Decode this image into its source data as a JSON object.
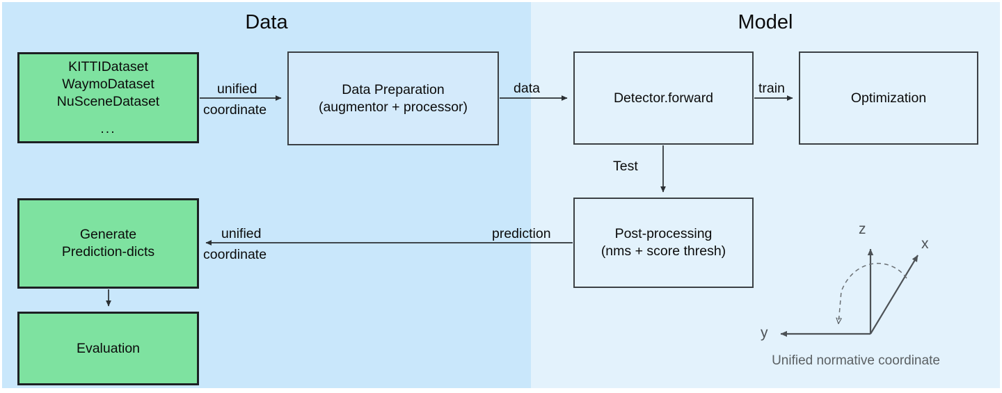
{
  "panels": {
    "data": {
      "title": "Data",
      "bg": "#c9e7fb"
    },
    "model": {
      "title": "Model",
      "bg": "#e3f2fc"
    }
  },
  "nodes": {
    "datasets": {
      "lines": [
        "KITTIDataset",
        "WaymoDataset",
        "NuSceneDataset"
      ],
      "ellipsis": "...",
      "fill": "#7ee2a0"
    },
    "data_preparation": {
      "line1": "Data Preparation",
      "line2": "(augmentor + processor)",
      "fill": "#d4eafb"
    },
    "detector_forward": {
      "line1": "Detector.forward",
      "fill": "#e3f2fc"
    },
    "optimization": {
      "line1": "Optimization",
      "fill": "#e3f2fc"
    },
    "post_processing": {
      "line1": "Post-processing",
      "line2": "(nms + score thresh)",
      "fill": "#e3f2fc"
    },
    "generate_prediction_dicts": {
      "line1": "Generate",
      "line2": "Prediction-dicts",
      "fill": "#7ee2a0"
    },
    "evaluation": {
      "line1": "Evaluation",
      "fill": "#7ee2a0"
    }
  },
  "edges": {
    "datasets_to_prep": {
      "label_top": "unified",
      "label_bottom": "coordinate"
    },
    "prep_to_detector": {
      "label": "data"
    },
    "detector_to_optim": {
      "label": "train"
    },
    "detector_to_postproc": {
      "label": "Test"
    },
    "postproc_to_gendicts": {
      "label_right": "prediction",
      "label_top": "unified",
      "label_bottom": "coordinate"
    },
    "gendicts_to_eval": {
      "label": ""
    }
  },
  "coordinate_system": {
    "caption": "Unified normative coordinate",
    "axes": [
      "z",
      "x",
      "y"
    ],
    "axis_z": "z",
    "axis_x": "x",
    "axis_y": "y",
    "caption_color": "#5b6063"
  }
}
